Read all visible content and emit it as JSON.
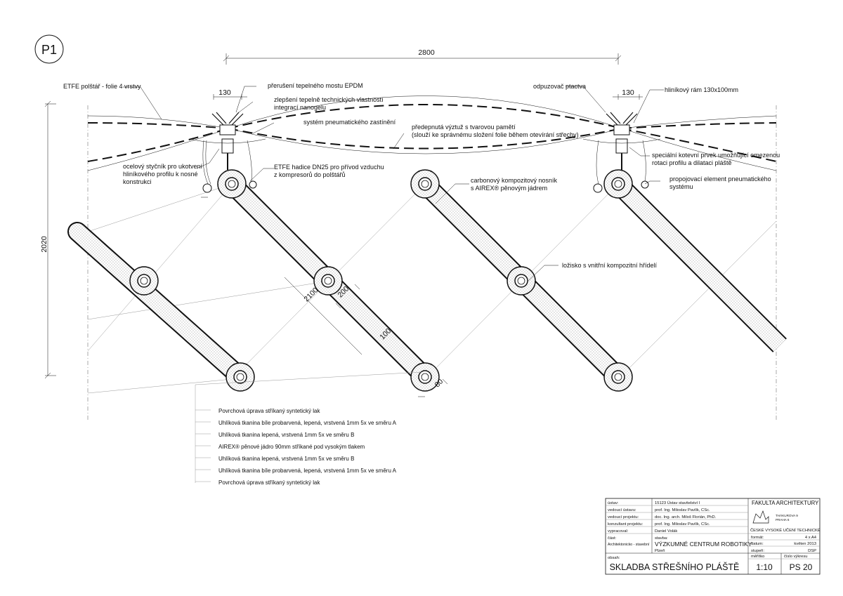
{
  "badge": "P1",
  "dimensions": {
    "span": "2800",
    "height": "2020",
    "gap_left": "130",
    "gap_right": "130",
    "d2100": "2100",
    "d200": "200",
    "d100": "100",
    "d80": "80"
  },
  "annotations": {
    "etfe_cushion": "ETFE polštář - folie 4 vrstvy",
    "thermal_break": "přerušení tepelného mostu EPDM",
    "insulation_1": "zlepšení tepelně technických vlastností",
    "insulation_2": "integrací nanogelu",
    "shading": "systém pneumatického zastínění",
    "prestressed_1": "předepnutá výztuž s tvarovou pamětí",
    "prestressed_2": "(slouží ke správnému složení folie během otevírání střechy)",
    "bird": "odpuzovač ptactva",
    "alu_frame": "hliníkový rám 130x100mm",
    "steel_1": "ocelový styčník pro ukotvení",
    "steel_2": "hliníkového profilu k nosné",
    "steel_3": "konstrukci",
    "hose_1": "ETFE hadice DN25 pro přívod vzduchu",
    "hose_2": "z kompresorů do polštářů",
    "carbon_1": "carbonový kompozitový nosník",
    "carbon_2": "s AIREX® pěnovým jádrem",
    "anchor_1": "speciální kotevní prvek umožňující omezenou",
    "anchor_2": "rotaci profilu a dilataci pláště",
    "connector_1": "propojovací element pneumatického",
    "connector_2": "systému",
    "bearing": "ložisko s vnitřní kompozitní hřídelí"
  },
  "layers": [
    "Povrchová úprava stříkaný syntetický lak",
    "Uhlíková tkanina bíle probarvená, lepená, vrstvená 1mm 5x ve směru A",
    "Uhlíková tkanina lepená, vrstvená 1mm 5x ve směru B",
    "AIREX® pěnové jádro 90mm stříkané pod vysokým tlakem",
    "Uhlíková tkanina lepená, vrstvená 1mm 5x ve směru B",
    "Uhlíková tkanina bíle probarvená, lepená, vrstvená 1mm 5x ve směru A",
    "Povrchová úprava stříkaný syntetický lak"
  ],
  "title_block": {
    "rows": [
      {
        "label": "ústav:",
        "value": "15123 Ústav stavitelství I"
      },
      {
        "label": "vedoucí ústavu:",
        "value": "prof. Ing. Miloslav Pavlík, CSc."
      },
      {
        "label": "vedoucí projektu:",
        "value": "doc. Ing. arch. Miloš Florián, PhD."
      },
      {
        "label": "konzultant projektu:",
        "value": "prof. Ing. Miloslav Pavlík, CSc."
      },
      {
        "label": "vypracoval:",
        "value": "Daniel Volák"
      }
    ],
    "part_label": "část:",
    "part_value": "Architektonicko - stavební",
    "building_label": "stavba:",
    "building_value": "VÝZKUMNÉ CENTRUM ROBOTIKY",
    "location": "Plzeň",
    "faculty": "FAKULTA ARCHITEKTURY",
    "address_1": "THÁKUROVA 9",
    "address_2": "PRAHA 6",
    "university": "ČESKÉ VYSOKÉ UČENÍ TECHNICKÉ",
    "format_label": "formát:",
    "format_value": "4 x A4",
    "date_label": "datum:",
    "date_value": "květen 2013",
    "stage_label": "stupeň:",
    "stage_value": "DSP",
    "content_label": "obsah:",
    "content_value": "SKLADBA STŘEŠNÍHO PLÁŠTĚ",
    "scale_label": "měřítko",
    "scale_value": "1:10",
    "number_label": "číslo výkresu",
    "number_value": "PS 20"
  }
}
